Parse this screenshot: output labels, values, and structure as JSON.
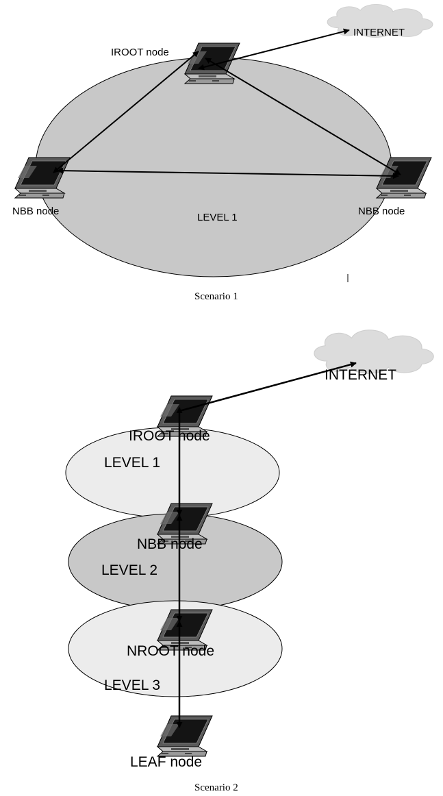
{
  "scenario1": {
    "caption": "Scenario 1",
    "iroot_label": "IROOT node",
    "internet_label": "INTERNET",
    "nbb_left_label": "NBB node",
    "nbb_right_label": "NBB node",
    "level_label": "LEVEL 1"
  },
  "scenario2": {
    "caption": "Scenario 2",
    "internet_label": "INTERNET",
    "iroot_label": "IROOT node",
    "level1_label": "LEVEL 1",
    "nbb_label": "NBB node",
    "level2_label": "LEVEL 2",
    "nroot_label": "NROOT node",
    "level3_label": "LEVEL 3",
    "leaf_label": "LEAF node"
  },
  "icons": [
    "laptop-icon",
    "cloud-icon"
  ],
  "colors": {
    "ellipse_dark": "#c8c8c8",
    "ellipse_light": "#ececec",
    "cloud": "#dcdcdc",
    "line": "#000000"
  }
}
